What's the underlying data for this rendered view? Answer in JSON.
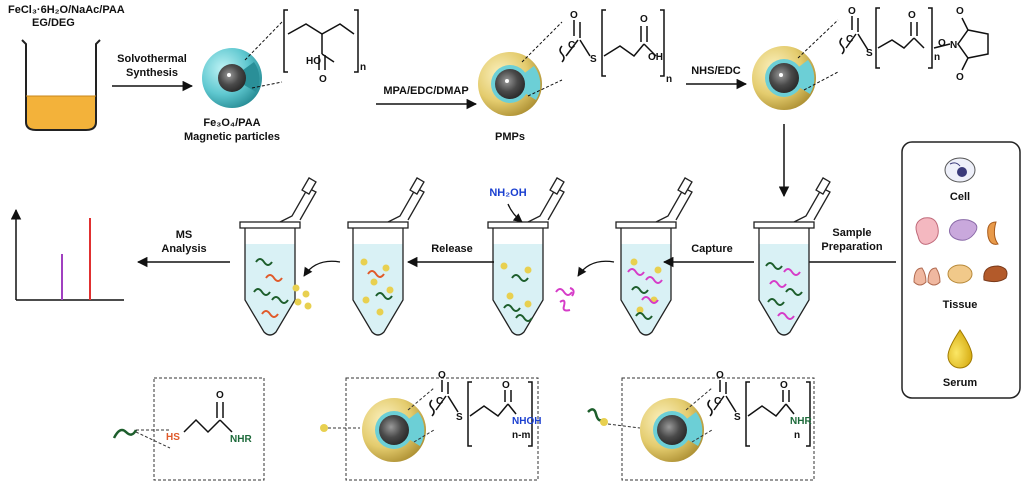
{
  "reagents": {
    "line1": "FeCl₃·6H₂O/NaAc/PAA",
    "line2": "EG/DEG"
  },
  "steps": {
    "solvothermal_1": "Solvothermal",
    "solvothermal_2": "Synthesis",
    "mpa": "MPA/EDC/DMAP",
    "nhs": "NHS/EDC",
    "sample_1": "Sample",
    "sample_2": "Preparation",
    "capture": "Capture",
    "release": "Release",
    "nh2oh": "NH₂OH",
    "ms_1": "MS",
    "ms_2": "Analysis"
  },
  "particles": {
    "fe3o4_label_1": "Fe₃O₄/PAA",
    "fe3o4_label_2": "Magnetic particles",
    "pmps_label": "PMPs"
  },
  "sources": {
    "cell": "Cell",
    "tissue": "Tissue",
    "serum": "Serum"
  },
  "chem": {
    "O": "O",
    "OH": "OH",
    "HO": "HO",
    "S": "S",
    "C": "C",
    "N": "N",
    "HS": "HS",
    "NHR": "NHR",
    "NHOH": "NHOH",
    "n": "n",
    "n_m": "n-m"
  },
  "colors": {
    "shell_yellow": "#e8d27a",
    "shell_cyan": "#6ccfd6",
    "core_dark": "#4a4a4a",
    "peptide_green": "#1d5e2c",
    "peptide_red": "#e05a2a",
    "interferent_magenta": "#d63cc8",
    "ms_peak_red": "#e03030",
    "ms_peak_purple": "#a040c0",
    "nh2oh_blue": "#1a3fd0",
    "hs_orange": "#e05a2a",
    "nhr_green": "#1d6a3a",
    "beaker_liquid": "#f3b23a"
  }
}
